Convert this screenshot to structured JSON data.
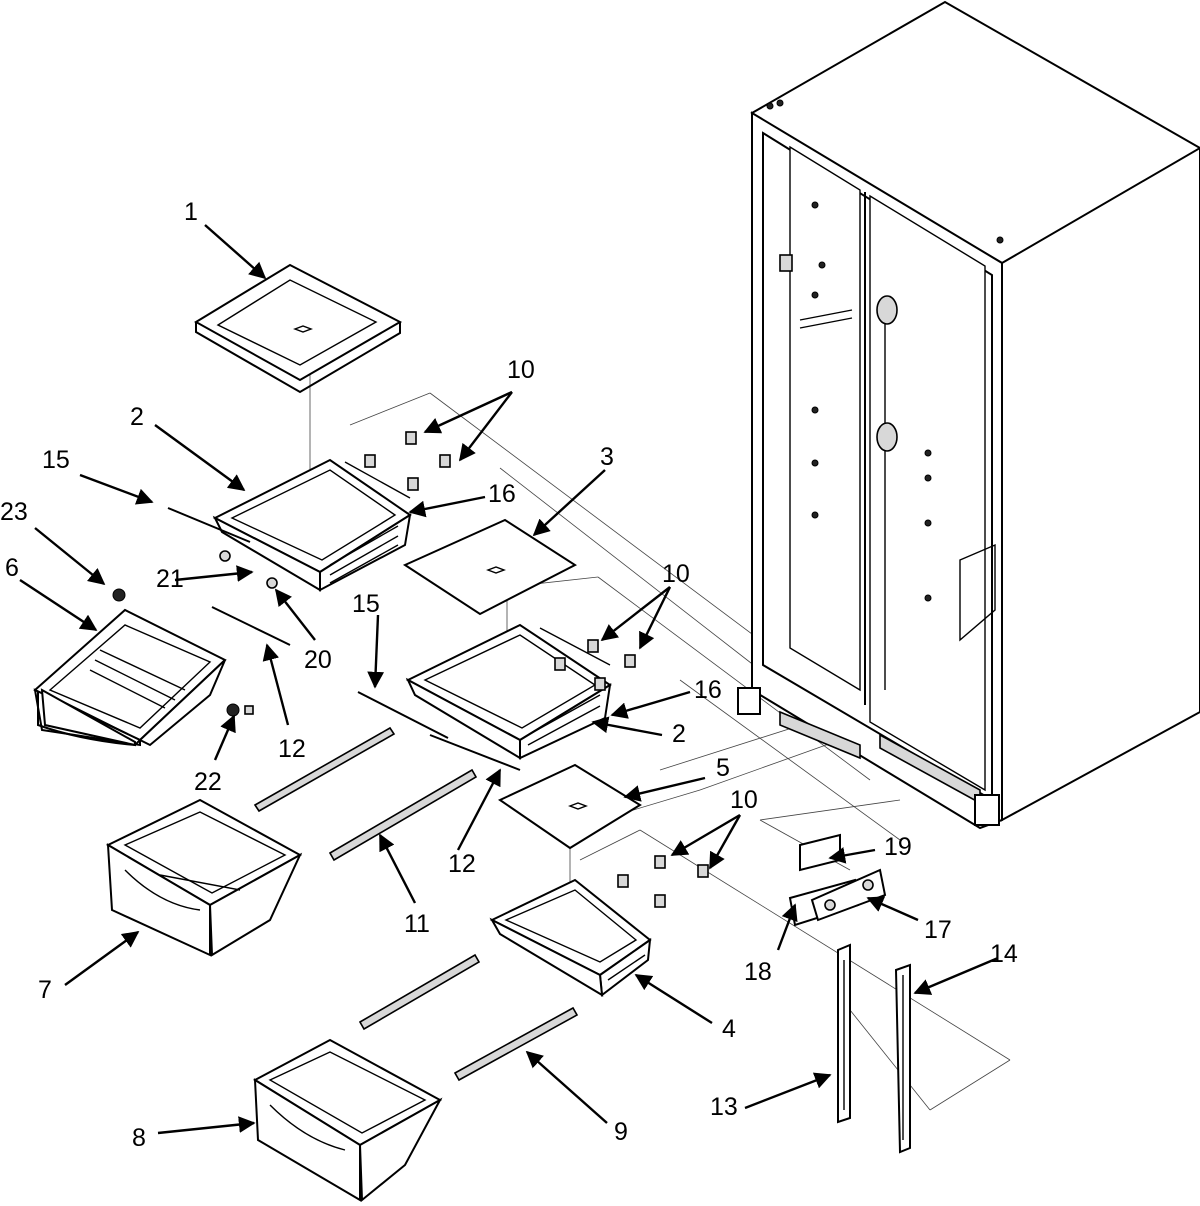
{
  "diagram": {
    "callouts": [
      {
        "id": "c1",
        "label": "1"
      },
      {
        "id": "c2a",
        "label": "2"
      },
      {
        "id": "c2b",
        "label": "2"
      },
      {
        "id": "c3",
        "label": "3"
      },
      {
        "id": "c4",
        "label": "4"
      },
      {
        "id": "c5",
        "label": "5"
      },
      {
        "id": "c6",
        "label": "6"
      },
      {
        "id": "c7",
        "label": "7"
      },
      {
        "id": "c8",
        "label": "8"
      },
      {
        "id": "c9",
        "label": "9"
      },
      {
        "id": "c10a",
        "label": "10"
      },
      {
        "id": "c10b",
        "label": "10"
      },
      {
        "id": "c10c",
        "label": "10"
      },
      {
        "id": "c11",
        "label": "11"
      },
      {
        "id": "c12a",
        "label": "12"
      },
      {
        "id": "c12b",
        "label": "12"
      },
      {
        "id": "c13",
        "label": "13"
      },
      {
        "id": "c14",
        "label": "14"
      },
      {
        "id": "c15a",
        "label": "15"
      },
      {
        "id": "c15b",
        "label": "15"
      },
      {
        "id": "c16a",
        "label": "16"
      },
      {
        "id": "c16b",
        "label": "16"
      },
      {
        "id": "c17",
        "label": "17"
      },
      {
        "id": "c18",
        "label": "18"
      },
      {
        "id": "c19",
        "label": "19"
      },
      {
        "id": "c20",
        "label": "20"
      },
      {
        "id": "c21",
        "label": "21"
      },
      {
        "id": "c22",
        "label": "22"
      },
      {
        "id": "c23",
        "label": "23"
      }
    ]
  }
}
